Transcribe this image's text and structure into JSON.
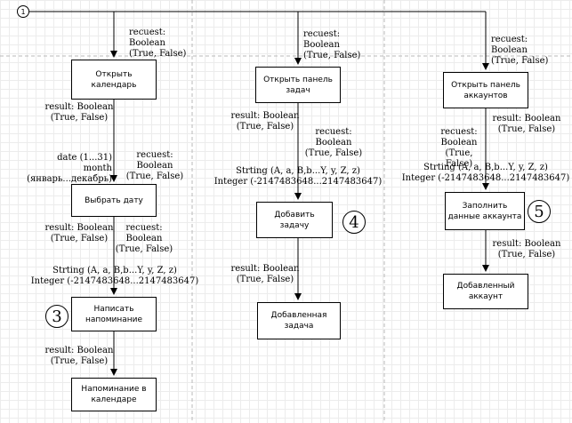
{
  "start_marker": "1",
  "col1": {
    "box_open": "Открыть\nкалендарь",
    "box_pick": "Выбрать дату",
    "box_write": "Написать\nнапоминание",
    "box_result": "Напоминание в\nкалендаре",
    "lbl_request_1": "recuest:\nBoolean\n(True, False)",
    "lbl_result_1": "result: Boolean\n(True, False)",
    "lbl_date": "date (1...31)\nmonth (январь...декабрь)",
    "lbl_request_2": "recuest:\nBoolean\n(True, False)",
    "lbl_result_2": "result: Boolean\n(True, False)",
    "lbl_request_3": "recuest:\nBoolean\n(True, False)",
    "lbl_types": "Strting (A, a, B,b...Y, y, Z, z)\nInteger (-2147483648...2147483647)",
    "lbl_result_3": "result: Boolean\n(True, False)",
    "marker": "3"
  },
  "col2": {
    "box_open": "Открыть панель\nзадач",
    "box_add": "Добавить\nзадачу",
    "box_result": "Добавленная\nзадача",
    "lbl_request_1": "recuest:\nBoolean\n(True, False)",
    "lbl_result_1": "result: Boolean\n(True, False)",
    "lbl_request_2": "recuest:\nBoolean\n(True, False)",
    "lbl_types": "Strting (A, a, B,b...Y, y, Z, z)\nInteger (-2147483648...2147483647)",
    "lbl_result_2": "result: Boolean\n(True, False)",
    "marker": "4"
  },
  "col3": {
    "box_open": "Открыть панель\nаккаунтов",
    "box_fill": "Заполнить\nданные аккаунта",
    "box_result": "Добавленный\nаккаунт",
    "lbl_request_1": "recuest:\nBoolean\n(True, False)",
    "lbl_result_1": "result: Boolean\n(True, False)",
    "lbl_request_2": "recuest:\nBoolean\n(True, False)",
    "lbl_types": "Strting (A, a, B,b...Y, y, Z, z)\nInteger (-2147483648...2147483647)",
    "lbl_result_2": "result: Boolean\n(True, False)",
    "marker": "5"
  }
}
